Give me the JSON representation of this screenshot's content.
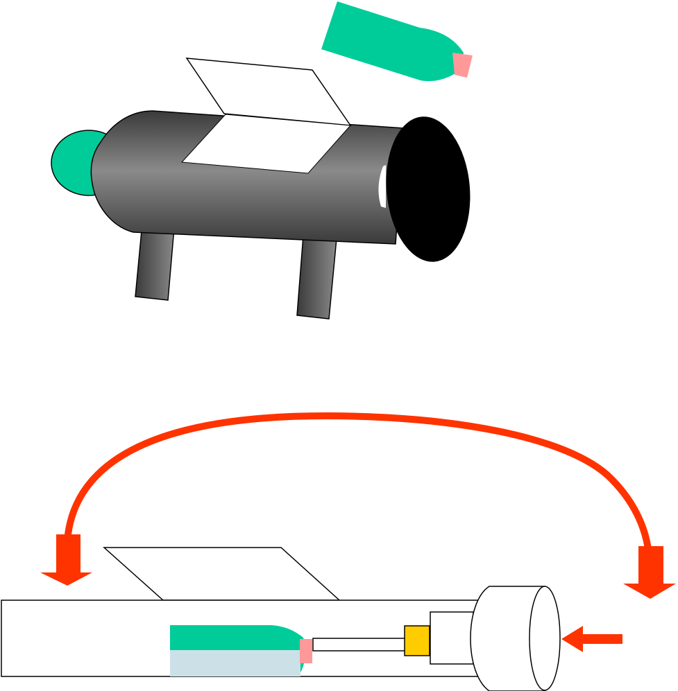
{
  "diagram": {
    "colors": {
      "bottle_green": "#00CC99",
      "bottle_cap_pink": "#FF9999",
      "barrel_dark": "#3a3a3a",
      "barrel_light": "#8a8a8a",
      "barrel_mouth": "#000000",
      "water_light_blue": "#CCE0E8",
      "plug_yellow": "#FFCC00",
      "arrow_red": "#FF3300",
      "outline": "#000000",
      "paper_white": "#ffffff"
    },
    "parts": {
      "top_illustration": [
        "bottle",
        "barrel",
        "barrel-rear-cap",
        "barrel-mouth",
        "lid-flap",
        "lid-opening",
        "front-leg",
        "back-leg"
      ],
      "bottom_schematic": [
        "tube",
        "flap",
        "bottle",
        "water",
        "bottle-cap",
        "rod",
        "yellow-plug",
        "sleeve",
        "end-cylinder",
        "curved-arrow",
        "left-arrowhead",
        "right-arrowhead",
        "push-arrow"
      ]
    }
  }
}
